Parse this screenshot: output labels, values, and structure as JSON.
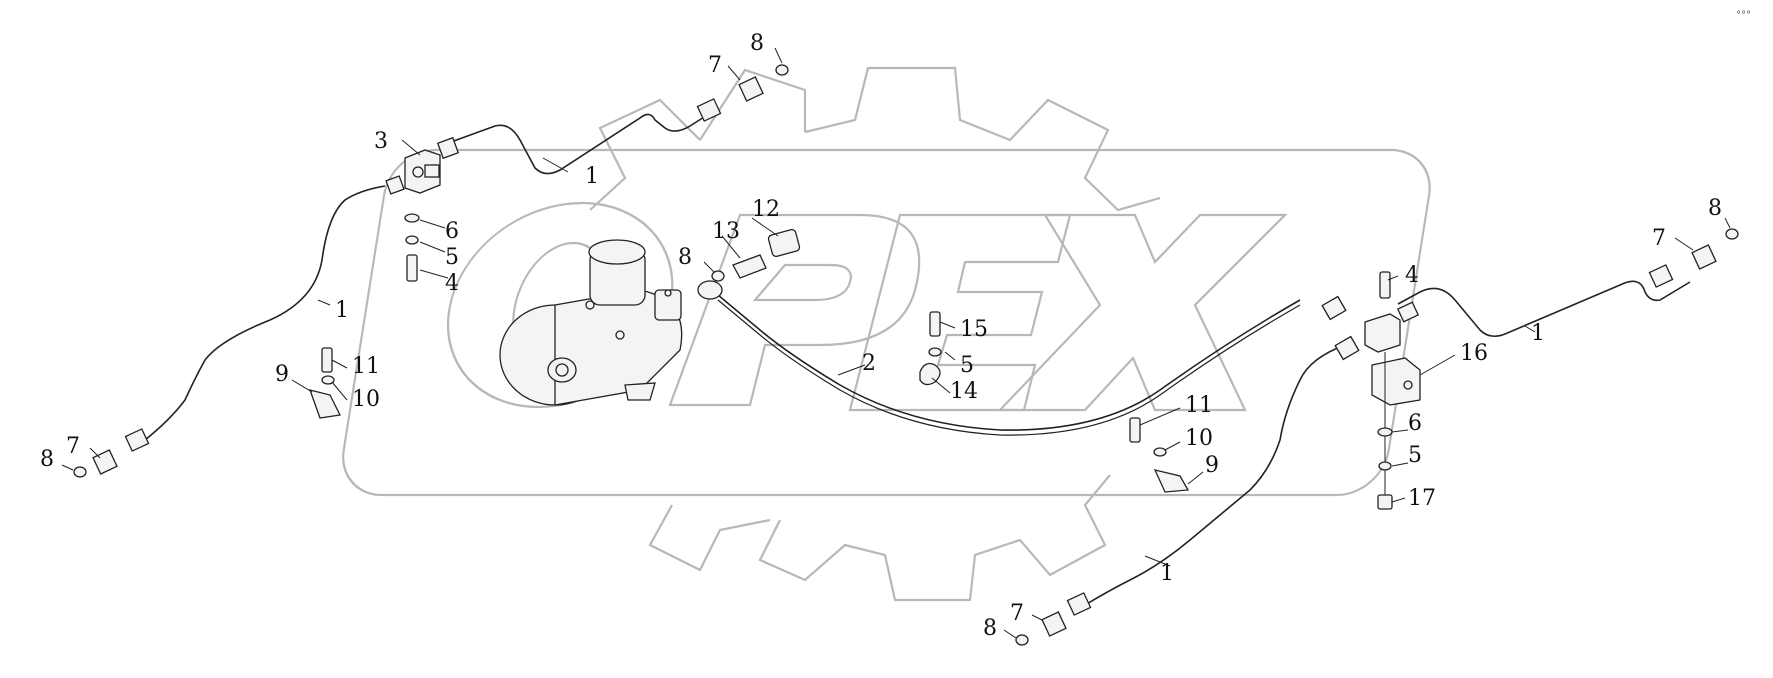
{
  "watermark": {
    "text": "OPEX"
  },
  "corner_mark": "°°°",
  "callouts": [
    {
      "id": "c1a",
      "label": "1"
    },
    {
      "id": "c1b",
      "label": "1"
    },
    {
      "id": "c1c",
      "label": "1"
    },
    {
      "id": "c1d",
      "label": "1"
    },
    {
      "id": "c2",
      "label": "2"
    },
    {
      "id": "c3",
      "label": "3"
    },
    {
      "id": "c4a",
      "label": "4"
    },
    {
      "id": "c4b",
      "label": "4"
    },
    {
      "id": "c5a",
      "label": "5"
    },
    {
      "id": "c5b",
      "label": "5"
    },
    {
      "id": "c5c",
      "label": "5"
    },
    {
      "id": "c6a",
      "label": "6"
    },
    {
      "id": "c6b",
      "label": "6"
    },
    {
      "id": "c7a",
      "label": "7"
    },
    {
      "id": "c7b",
      "label": "7"
    },
    {
      "id": "c7c",
      "label": "7"
    },
    {
      "id": "c7d",
      "label": "7"
    },
    {
      "id": "c8a",
      "label": "8"
    },
    {
      "id": "c8b",
      "label": "8"
    },
    {
      "id": "c8c",
      "label": "8"
    },
    {
      "id": "c8d",
      "label": "8"
    },
    {
      "id": "c8e",
      "label": "8"
    },
    {
      "id": "c9a",
      "label": "9"
    },
    {
      "id": "c9b",
      "label": "9"
    },
    {
      "id": "c10a",
      "label": "10"
    },
    {
      "id": "c10b",
      "label": "10"
    },
    {
      "id": "c11a",
      "label": "11"
    },
    {
      "id": "c11b",
      "label": "11"
    },
    {
      "id": "c12",
      "label": "12"
    },
    {
      "id": "c13",
      "label": "13"
    },
    {
      "id": "c14",
      "label": "14"
    },
    {
      "id": "c15",
      "label": "15"
    },
    {
      "id": "c16",
      "label": "16"
    },
    {
      "id": "c17",
      "label": "17"
    }
  ]
}
